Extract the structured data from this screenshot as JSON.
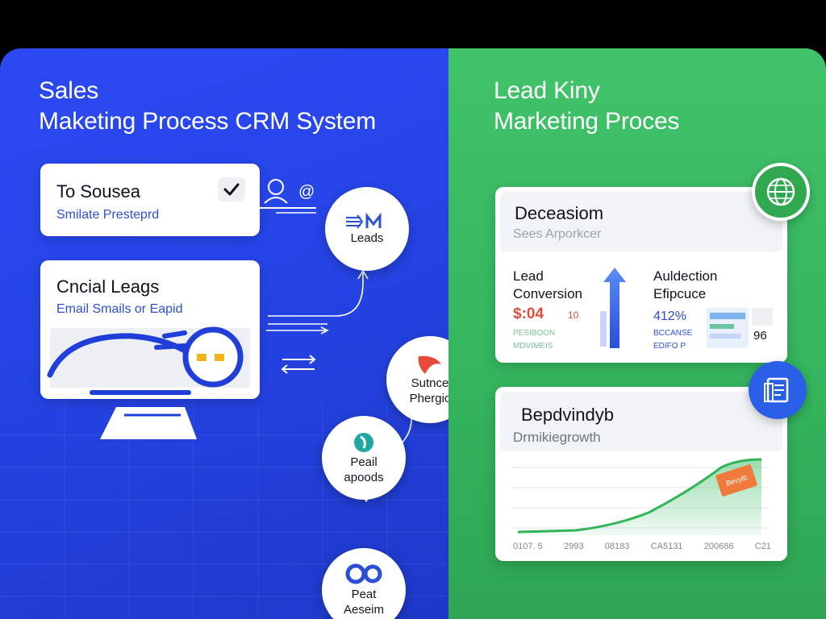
{
  "left_panel": {
    "title_line1": "Sales",
    "title_line2": "Maketing Process CRM System",
    "card1": {
      "title": "To Sousea",
      "subtitle": "Smilate Presteprd"
    },
    "card2": {
      "title": "Cncial Leags",
      "subtitle": "Email Smails or Eapid"
    }
  },
  "nodes": {
    "leads": {
      "label": "Leads"
    },
    "strategy": {
      "line1": "Sutnce",
      "line2": "Phergic"
    },
    "email": {
      "line1": "Peail",
      "line2": "apoods"
    },
    "final": {
      "line1": "Peat",
      "line2": "Aeseim"
    }
  },
  "right_panel": {
    "title_line1": "Lead Kiny",
    "title_line2": "Marketing Proces",
    "card1": {
      "title": "Deceasiom",
      "subtitle": "Sees Arporkcer",
      "metric1_label_line1": "Lead",
      "metric1_label_line2": "Conversion",
      "metric1_value": "$:04",
      "metric1_value_suffix": "10",
      "metric1_caption1": "PESIBOON",
      "metric1_caption2": "MDVIMEIS",
      "metric2_label_line1": "Auldection",
      "metric2_label_line2": "Efipcuce",
      "metric2_value": "412%",
      "metric2_caption1": "BCCANSE",
      "metric2_caption2": "EDIFO P",
      "metric3_value": "96"
    },
    "card2": {
      "title": "Bepdvindyb",
      "subtitle": "Drmikiegrowth",
      "tag": "Bevyitt",
      "x_labels": [
        "0107. 5",
        "2993",
        "08183",
        "CA5131",
        "200686",
        "C21"
      ]
    }
  },
  "colors": {
    "left_bg": "#2645e8",
    "right_bg": "#3ab862",
    "accent_blue": "#2a4fd8",
    "accent_green": "#2fb456",
    "accent_red": "#e54a3a",
    "accent_orange": "#f07a3c"
  },
  "icons": {
    "check": "check-icon",
    "user_at": "user-email-icon",
    "leads": "flow-arrows-icon",
    "strategy": "red-shape-icon",
    "email": "teal-drop-icon",
    "final": "blue-cluster-icon",
    "globe": "globe-icon",
    "book": "book-icon",
    "sales_person": "sales-person-icon",
    "up_arrow": "up-arrow-icon"
  }
}
